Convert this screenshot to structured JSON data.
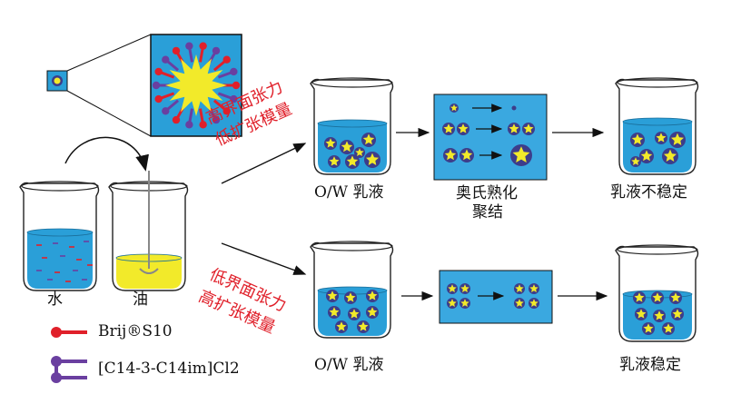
{
  "labels": {
    "water": "水",
    "oil": "油",
    "ow_emulsion_top": "O/W 乳液",
    "ow_emulsion_bottom": "O/W 乳液",
    "ostwald_line1": "奥氏熟化",
    "ostwald_line2": "聚结",
    "unstable": "乳液不稳定",
    "stable": "乳液稳定"
  },
  "conditions": {
    "high_tension_line1": "高界面张力",
    "high_tension_line2": "低扩张模量",
    "low_tension_line1": "低界面张力",
    "low_tension_line2": "高扩张模量"
  },
  "legend": {
    "brij": "Brij®S10",
    "gemini": "[C14-3-C14im]Cl2"
  },
  "colors": {
    "water_blue": "#2a9fd8",
    "panel_blue": "#3aa8e0",
    "oil_yellow": "#f2ea2a",
    "droplet_navy": "#3d3d8a",
    "brij_red": "#e0202a",
    "gemini_purple": "#6a3fa0",
    "condition_text": "#e0202a"
  }
}
